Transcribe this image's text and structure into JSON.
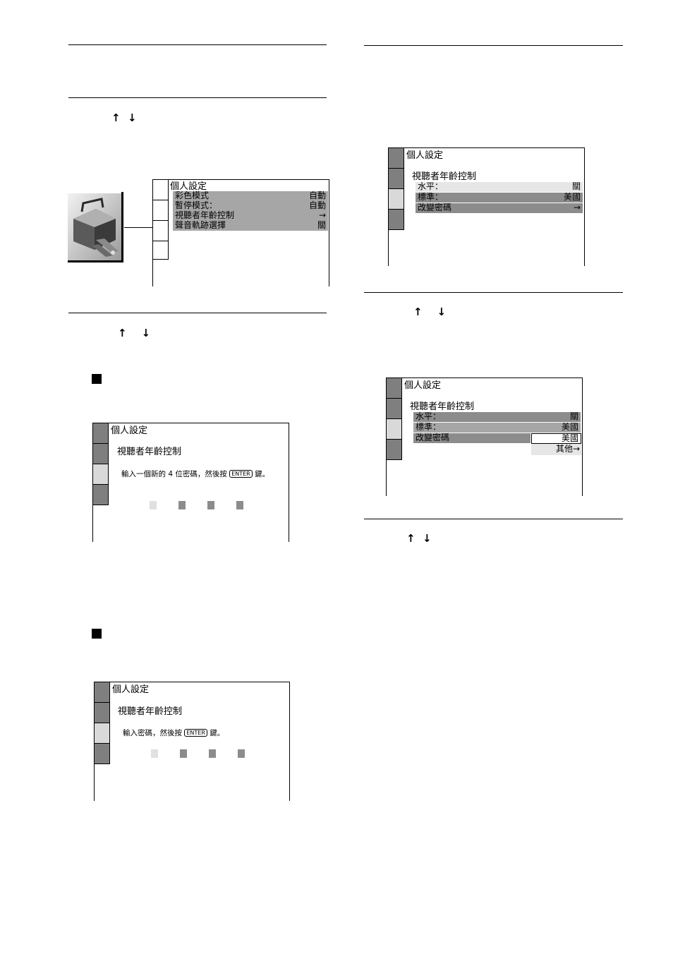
{
  "nav": {
    "up": "↑",
    "down": "↓"
  },
  "menu_top": {
    "title": "個人設定",
    "rows": [
      {
        "label": "彩色模式",
        "value": "自動"
      },
      {
        "label": "暫停模式：",
        "value": "自動"
      },
      {
        "label": "視聽者年齡控制",
        "value": "→"
      },
      {
        "label": "聲音軌跡選擇",
        "value": "關"
      }
    ]
  },
  "menu_new_pw": {
    "title": "個人設定",
    "subtitle": "視聽者年齡控制",
    "msg_before": "輸入一個新的 4 位密碼，然後按",
    "enter_key": "ENTER",
    "msg_after": "鍵。"
  },
  "menu_enter_pw": {
    "title": "個人設定",
    "subtitle": "視聽者年齡控制",
    "msg_before": "輸入密碼，然後按",
    "enter_key": "ENTER",
    "msg_after": "鍵。"
  },
  "menu_level": {
    "title": "個人設定",
    "subtitle": "視聽者年齡控制",
    "rows": [
      {
        "label": "水平：",
        "value": "關"
      },
      {
        "label": "標準：",
        "value": "美國"
      },
      {
        "label": "改變密碼",
        "value": "→"
      }
    ]
  },
  "menu_std": {
    "title": "個人設定",
    "subtitle": "視聽者年齡控制",
    "rows": [
      {
        "label": "水平：",
        "value": "關"
      },
      {
        "label": "標準：",
        "value": "美國"
      },
      {
        "label": "改變密碼",
        "value": ""
      }
    ],
    "options": [
      "美國",
      "其他→"
    ]
  }
}
